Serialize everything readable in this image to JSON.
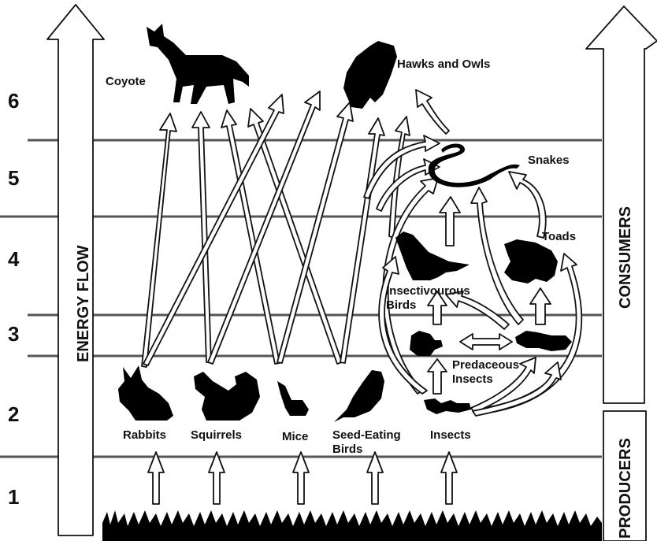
{
  "levels": [
    "1",
    "2",
    "3",
    "4",
    "5",
    "6"
  ],
  "labels": {
    "coyote": "Coyote",
    "hawks": "Hawks and Owls",
    "snakes": "Snakes",
    "toads": "Toads",
    "insectivorous_1": "Insectivourous",
    "insectivorous_2": "Birds",
    "predaceous_1": "Predaceous",
    "predaceous_2": "Insects",
    "rabbits": "Rabbits",
    "squirrels": "Squirrels",
    "mice": "Mice",
    "seed_1": "Seed-Eating",
    "seed_2": "Birds",
    "insects": "Insects"
  },
  "side": {
    "energy_flow": "ENERGY FLOW",
    "consumers": "CONSUMERS",
    "producers": "PRODUCERS"
  }
}
